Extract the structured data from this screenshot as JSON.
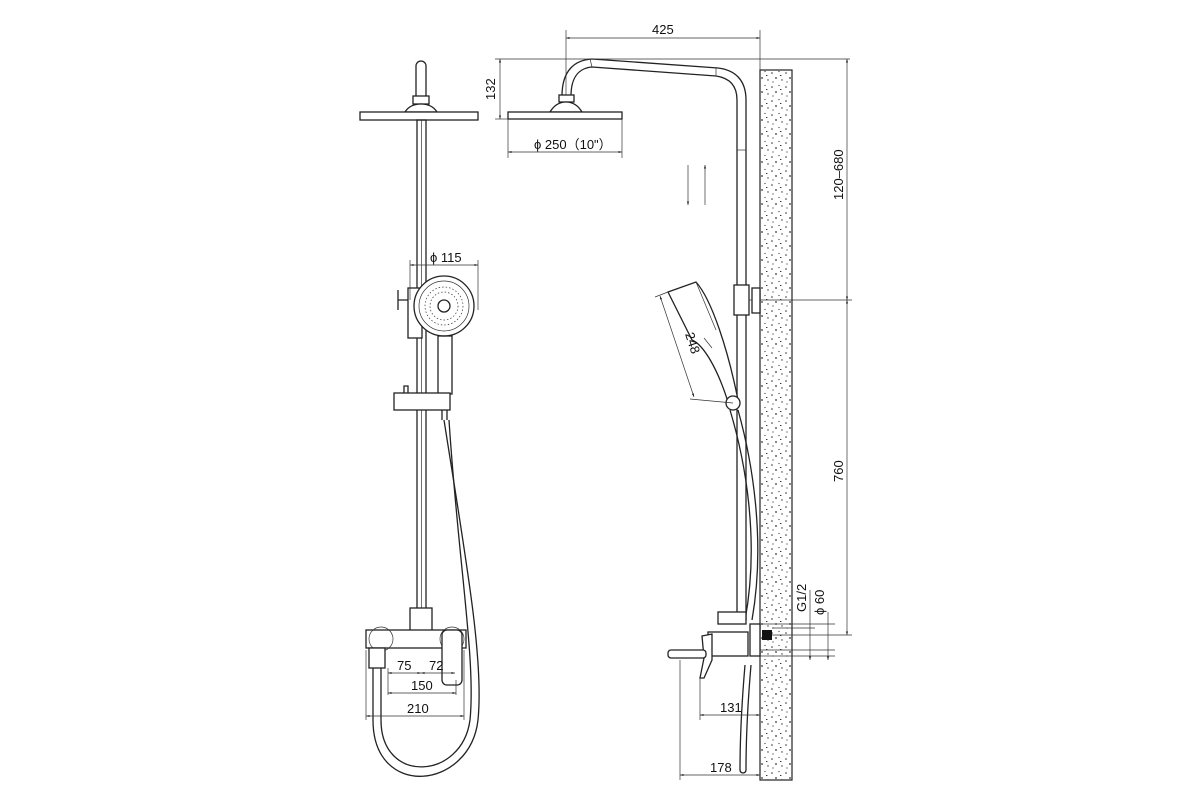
{
  "drawing": {
    "title": "Shower column technical drawing",
    "front_view": {
      "dim_hand_shower_diameter": "ϕ 115",
      "dim_75": "75",
      "dim_72": "72",
      "dim_150": "150",
      "dim_210": "210"
    },
    "side_view": {
      "dim_arm_length": "425",
      "dim_head_height": "132",
      "dim_head_diameter": "ϕ 250（10\"）",
      "dim_hand_shower_length": "248",
      "dim_adjust_range": "120–680",
      "dim_bracket_height": "760",
      "dim_thread": "G1/2",
      "dim_flange": "ϕ 60",
      "dim_131": "131",
      "dim_178": "178"
    },
    "colors": {
      "line": "#222222",
      "wall_dots": "#333333"
    }
  }
}
